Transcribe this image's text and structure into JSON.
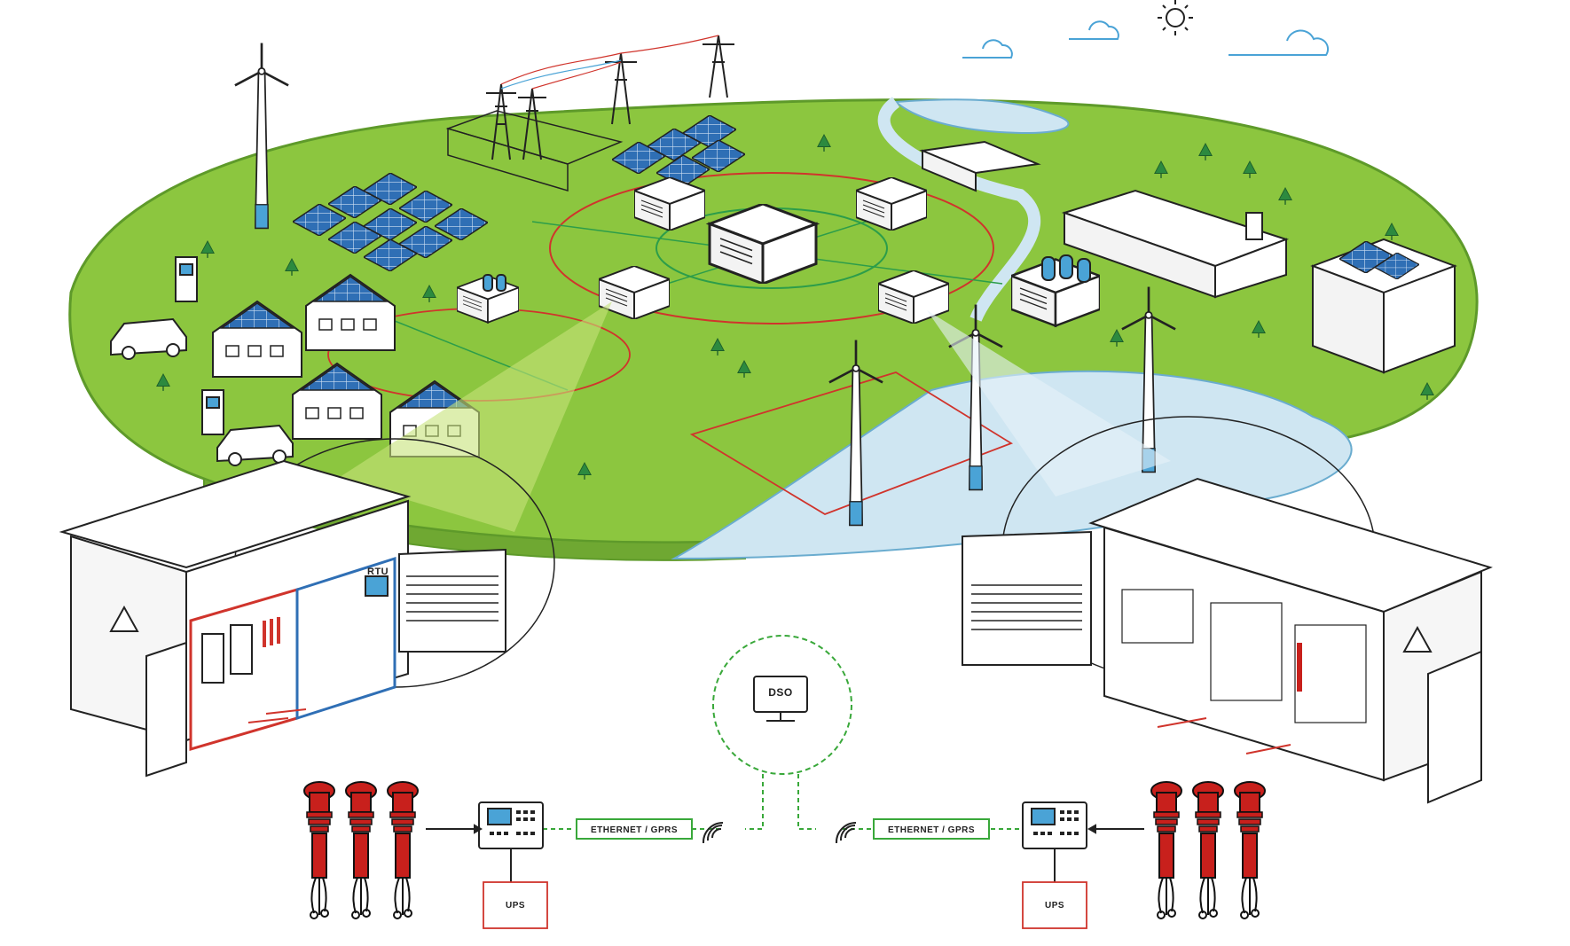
{
  "labels": {
    "rtu": "RTU",
    "dso": "DSO",
    "comm_left": "ETHERNET / GPRS",
    "comm_right": "ETHERNET / GPRS",
    "ups_left": "UPS",
    "ups_right": "UPS"
  },
  "colors": {
    "land": "#8cc63f",
    "land_edge": "#5e9a2a",
    "water": "#cfe6f2",
    "panel": "#2f6fb5",
    "line_red": "#d0342c",
    "line_green": "#2c9d4a",
    "ink": "#222222",
    "dso_green": "#39a83a",
    "sensor_red": "#c8201c"
  },
  "icons": [
    "wind-turbine-icon",
    "solar-panel-icon",
    "house-icon",
    "ev-charger-icon",
    "car-icon",
    "substation-icon",
    "pylon-icon",
    "factory-icon",
    "battery-storage-icon",
    "monitor-icon",
    "wifi-icon",
    "sun-icon",
    "cloud-icon",
    "tree-icon",
    "warning-icon",
    "sensor-icon"
  ]
}
